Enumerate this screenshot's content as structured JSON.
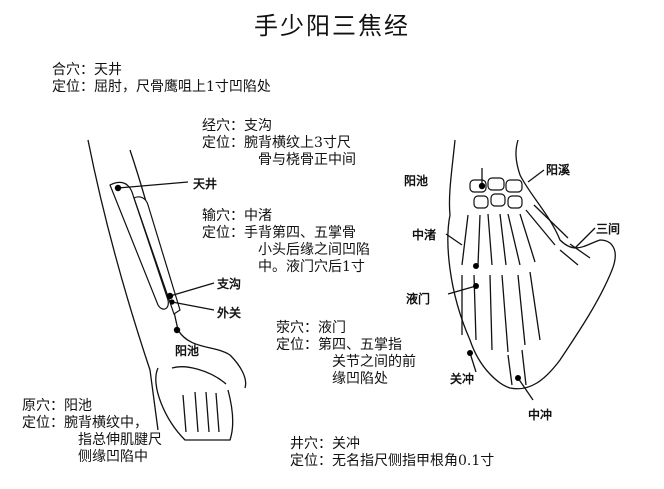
{
  "title": "手少阳三焦经",
  "he": {
    "head": "合穴：天井",
    "loc": "定位：屈肘，尺骨鹰咀上1寸凹陷处"
  },
  "jing_river": {
    "head": "经穴：支沟",
    "loc1": "定位：腕背横纹上3寸尺",
    "loc2": "骨与桡骨正中间"
  },
  "shu": {
    "head": "输穴：中渚",
    "loc1": "定位：手背第四、五掌骨",
    "loc2": "小头后缘之间凹陷",
    "loc3": "中。液门穴后1寸"
  },
  "ying": {
    "head": "荥穴：液门",
    "loc1": "定位：第四、五掌指",
    "loc2": "关节之间的前",
    "loc3": "缘凹陷处"
  },
  "yuan": {
    "head": "原穴：阳池",
    "loc1": "定位：腕背横纹中，",
    "loc2": "指总伸肌腱尺",
    "loc3": "侧缘凹陷中"
  },
  "jing_well": {
    "head": "井穴：关冲",
    "loc": "定位：无名指尺侧指甲根角0.1寸"
  },
  "labels": {
    "tianjing": "天井",
    "zhigou": "支沟",
    "waiguan": "外关",
    "yangchi_arm": "阳池",
    "yangchi_hand": "阳池",
    "yangxi": "阳溪",
    "zhongzhu": "中渚",
    "sanjian": "三间",
    "yemen": "液门",
    "guanchong": "关冲",
    "zhongchong": "中冲"
  }
}
